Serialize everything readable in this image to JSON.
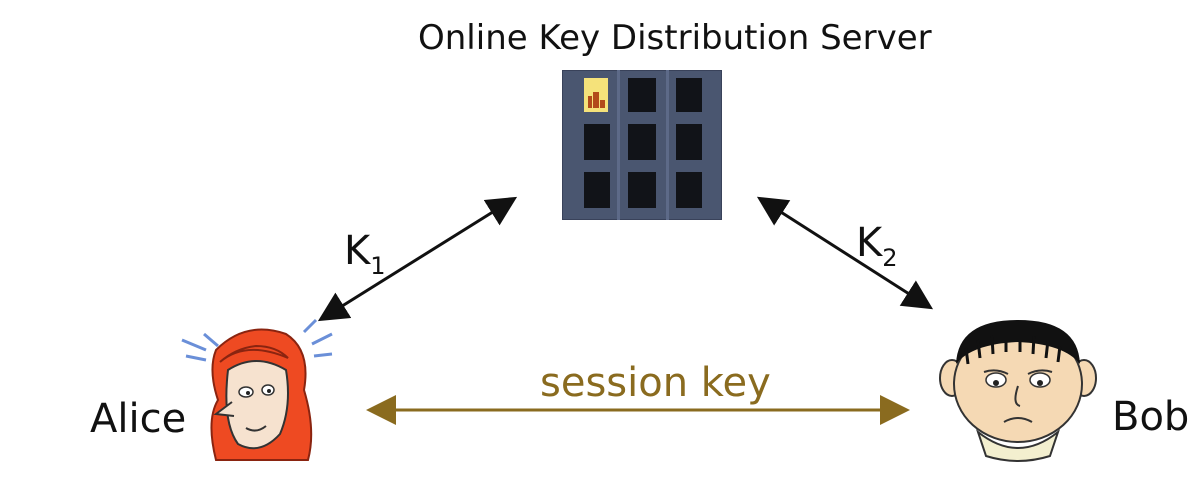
{
  "title": {
    "highlight": "Online",
    "rest": " Key Distribution Server"
  },
  "labels": {
    "k1": "K",
    "k1_sub": "1",
    "k2": "K",
    "k2_sub": "2",
    "session_key": "session key",
    "alice": "Alice",
    "bob": "Bob"
  },
  "colors": {
    "title_highlight": "#b03a1a",
    "session_key": "#8a6b1f",
    "building": "#4a5670",
    "window_lit": "#f5e27a"
  },
  "icons": [
    "building-icon",
    "alice-icon",
    "bob-icon"
  ]
}
